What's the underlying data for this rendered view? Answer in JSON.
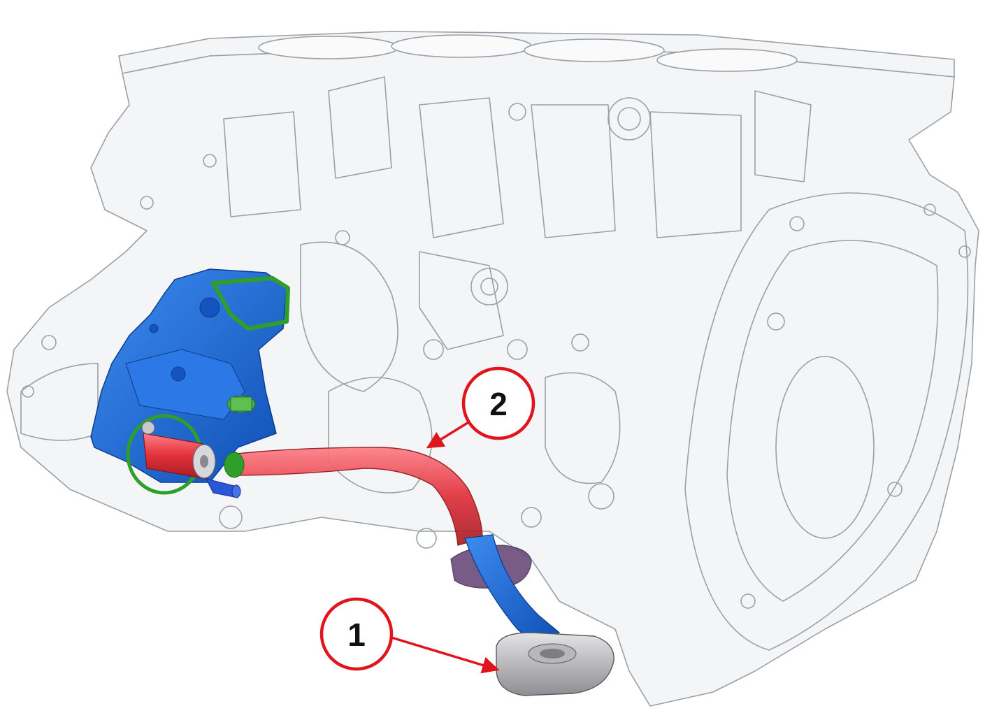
{
  "colors": {
    "callout": "#e0141c",
    "block_line": "#9aa0a6",
    "block_fill": "#f4f5f6",
    "pump_blue": "#1a63d6",
    "gasket_green": "#2f9e2a",
    "pipe_red": "#e0303a",
    "flange_purple": "#6a4a7a",
    "strainer_grey": "#9a9a9e"
  },
  "callouts": [
    {
      "id": "1",
      "label": "1",
      "icon": "callout-circle-icon"
    },
    {
      "id": "2",
      "label": "2",
      "icon": "callout-circle-icon"
    }
  ]
}
